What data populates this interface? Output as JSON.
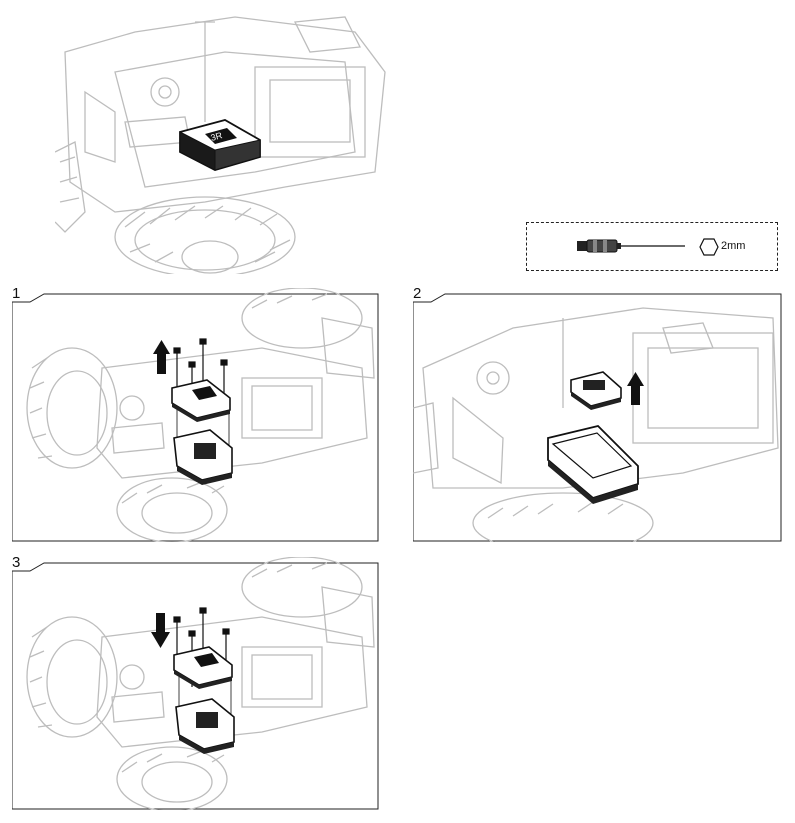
{
  "tool_box": {
    "hex_size": "2mm",
    "tool_icon": "hex-screwdriver-icon"
  },
  "steps": [
    {
      "number": "1",
      "arrow": "up-arrow-icon"
    },
    {
      "number": "2",
      "arrow": "up-arrow-icon"
    },
    {
      "number": "3",
      "arrow": "down-arrow-icon"
    }
  ]
}
